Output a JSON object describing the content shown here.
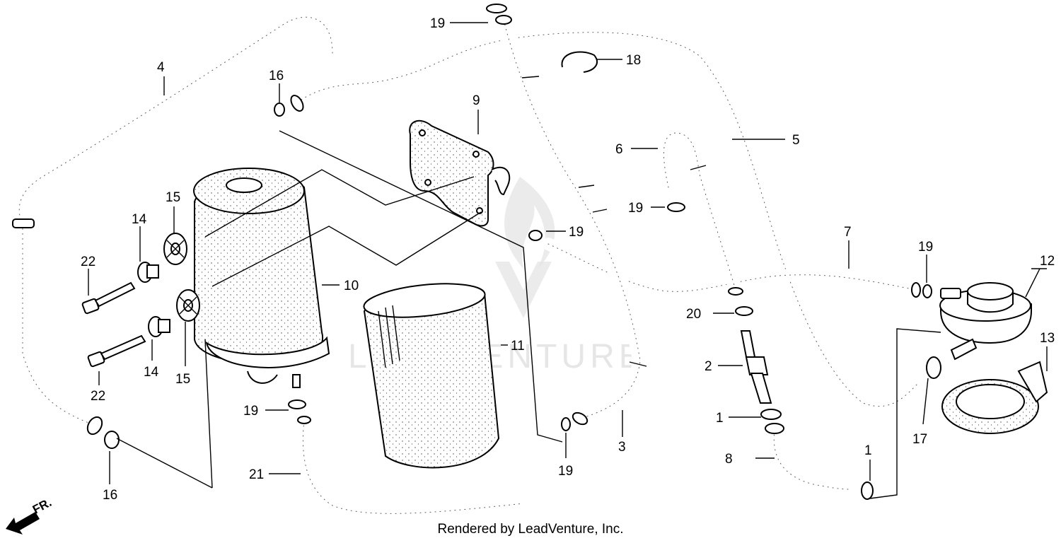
{
  "diagram": {
    "watermark": "LEADVENTURE",
    "footer": "Rendered by LeadVenture, Inc.",
    "direction_label": "FR.",
    "callouts": [
      {
        "id": "c4",
        "text": "4"
      },
      {
        "id": "c16a",
        "text": "16"
      },
      {
        "id": "c16b",
        "text": "16"
      },
      {
        "id": "c15a",
        "text": "15"
      },
      {
        "id": "c15b",
        "text": "15"
      },
      {
        "id": "c14a",
        "text": "14"
      },
      {
        "id": "c14b",
        "text": "14"
      },
      {
        "id": "c22a",
        "text": "22"
      },
      {
        "id": "c22b",
        "text": "22"
      },
      {
        "id": "c10",
        "text": "10"
      },
      {
        "id": "c9",
        "text": "9"
      },
      {
        "id": "c11",
        "text": "11"
      },
      {
        "id": "c19a",
        "text": "19"
      },
      {
        "id": "c19b",
        "text": "19"
      },
      {
        "id": "c19c",
        "text": "19"
      },
      {
        "id": "c19d",
        "text": "19"
      },
      {
        "id": "c19e",
        "text": "19"
      },
      {
        "id": "c19f",
        "text": "19"
      },
      {
        "id": "c18",
        "text": "18"
      },
      {
        "id": "c6",
        "text": "6"
      },
      {
        "id": "c5",
        "text": "5"
      },
      {
        "id": "c7",
        "text": "7"
      },
      {
        "id": "c12",
        "text": "12"
      },
      {
        "id": "c13",
        "text": "13"
      },
      {
        "id": "c20",
        "text": "20"
      },
      {
        "id": "c2",
        "text": "2"
      },
      {
        "id": "c1a",
        "text": "1"
      },
      {
        "id": "c1b",
        "text": "1"
      },
      {
        "id": "c8",
        "text": "8"
      },
      {
        "id": "c17",
        "text": "17"
      },
      {
        "id": "c3",
        "text": "3"
      },
      {
        "id": "c21",
        "text": "21"
      }
    ]
  }
}
